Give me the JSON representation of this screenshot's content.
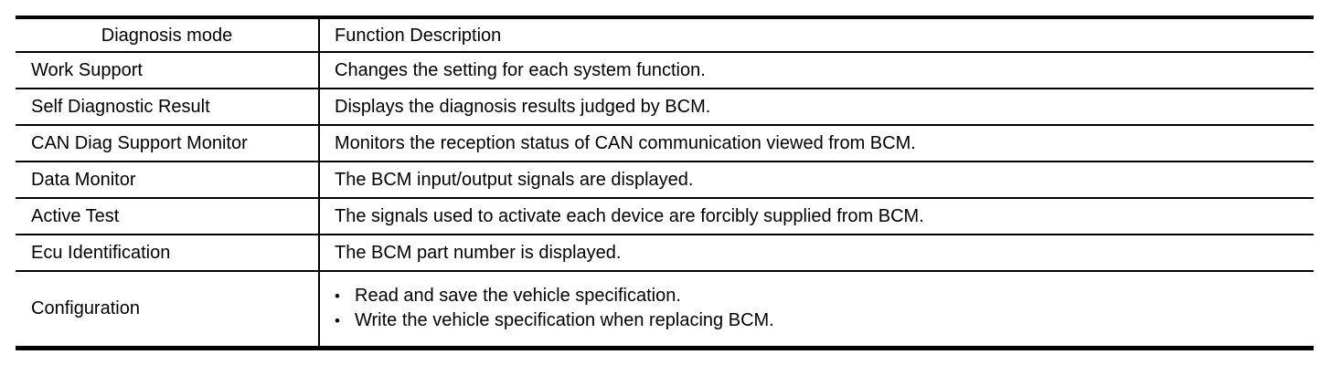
{
  "table": {
    "bullet_char": "•",
    "columns": [
      {
        "label": "Diagnosis mode"
      },
      {
        "label": "Function Description"
      }
    ],
    "rows": [
      {
        "mode": "Work Support",
        "description": "Changes the setting for each system function."
      },
      {
        "mode": "Self Diagnostic Result",
        "description": "Displays the diagnosis results judged by BCM."
      },
      {
        "mode": "CAN Diag Support Monitor",
        "description": "Monitors the reception status of CAN communication viewed from BCM."
      },
      {
        "mode": "Data Monitor",
        "description": "The BCM input/output signals are displayed."
      },
      {
        "mode": "Active Test",
        "description": "The signals used to activate each device are forcibly supplied from BCM."
      },
      {
        "mode": "Ecu Identification",
        "description": "The BCM part number is displayed."
      },
      {
        "mode": "Configuration",
        "bullets": [
          "Read and save the vehicle specification.",
          "Write the vehicle specification when replacing BCM."
        ]
      }
    ]
  }
}
